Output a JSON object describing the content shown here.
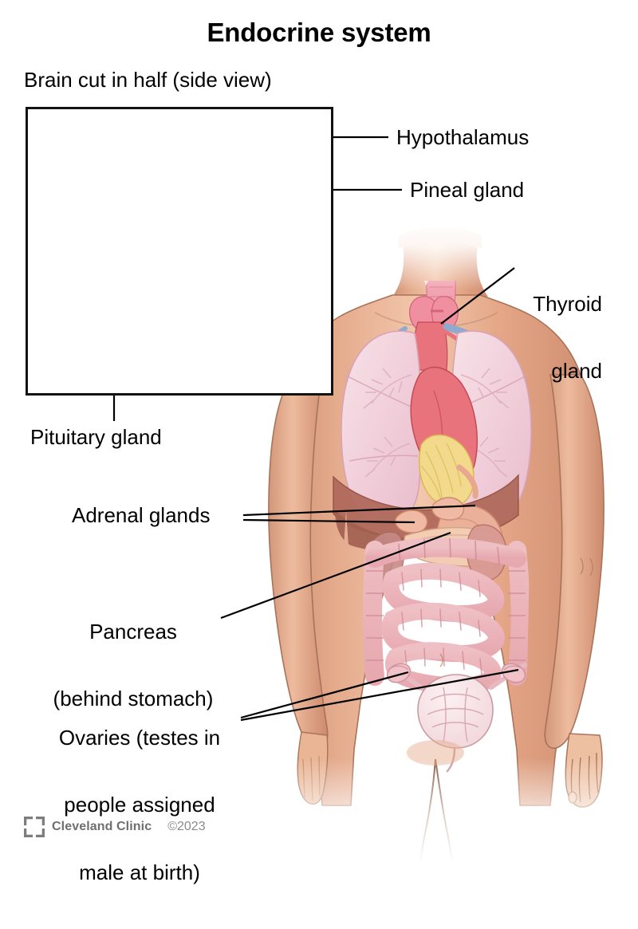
{
  "page": {
    "title": "Endocrine system",
    "background_color": "#ffffff"
  },
  "inset": {
    "caption": "Brain cut in half (side view)",
    "border_color": "#121212"
  },
  "labels": {
    "hypothalamus": "Hypothalamus",
    "pineal_gland": "Pineal gland",
    "thyroid_gland_line1": "Thyroid",
    "thyroid_gland_line2": "gland",
    "pituitary_gland": "Pituitary gland",
    "adrenal_glands": "Adrenal glands",
    "pancreas_line1": "Pancreas",
    "pancreas_line2": "(behind stomach)",
    "ovaries_line1": "Ovaries (testes in",
    "ovaries_line2": "people assigned",
    "ovaries_line3": "male at birth)"
  },
  "footer": {
    "logo_icon": "cleveland-clinic-bracket-logo",
    "brand": "Cleveland Clinic",
    "copyright": "©2023",
    "brand_color": "#6f6f6f"
  },
  "palette": {
    "skin": "#e0a183",
    "skin_light": "#f0c3a9",
    "skin_shadow": "#c98a6d",
    "outline": "#6b4a3a",
    "brain": "#f8c4ae",
    "brain_light": "#fde0d3",
    "brain_outline": "#e09a7e",
    "lung": "#f2d2dc",
    "lung_outline": "#d9a2b5",
    "heart": "#e8737c",
    "heart_dark": "#cf515c",
    "vessel_blue": "#8fa9cf",
    "fat_yellow": "#f2d98b",
    "liver": "#b06a5c",
    "intestine": "#f0b8bd",
    "intestine_outline": "#d18b96",
    "thyroid": "#ef8fa0",
    "leader_line": "#000000",
    "text": "#000000"
  }
}
